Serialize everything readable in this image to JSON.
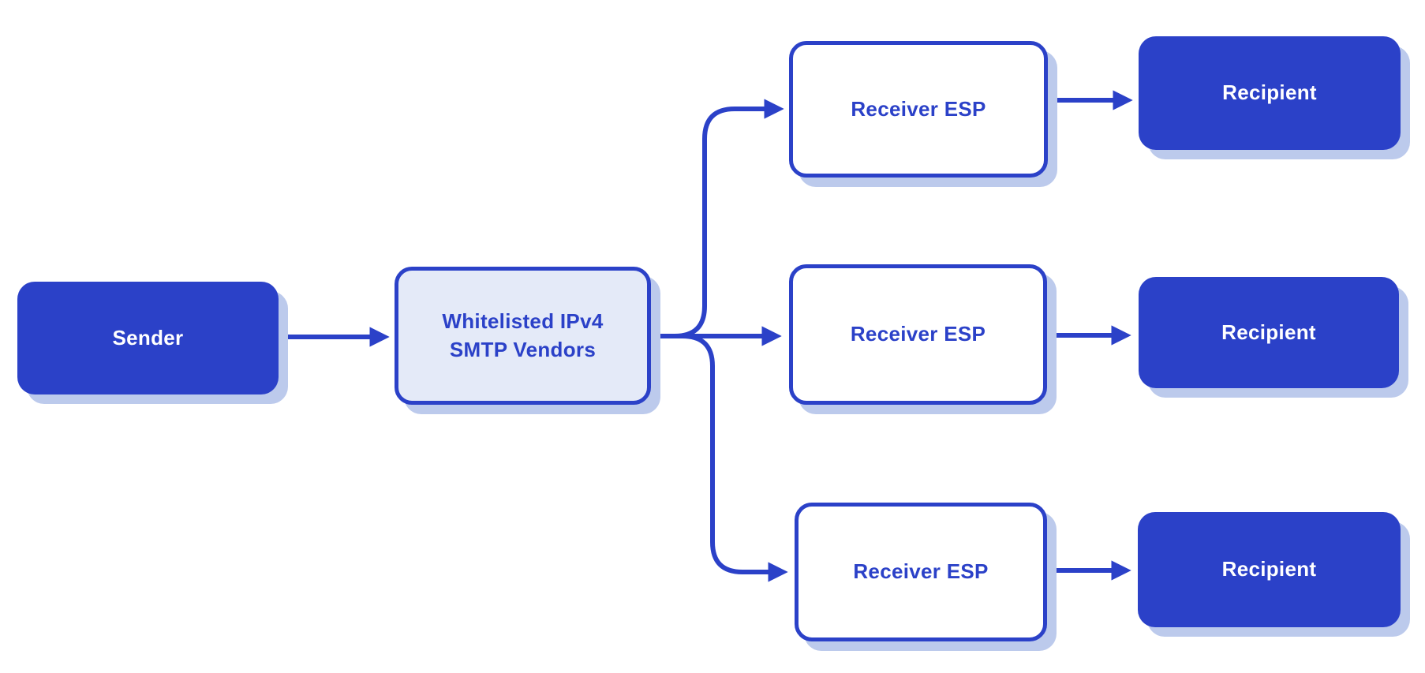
{
  "diagram": {
    "type": "flowchart",
    "description": "Email delivery flow from sender through whitelisted IPv4 SMTP vendors to receiver ESPs and recipients",
    "colors": {
      "primary": "#2B41C8",
      "tinted_fill": "#E4EAF8",
      "shadow": "#BCCAEC",
      "background": "#FFFFFF",
      "text_on_solid": "#FFFFFF"
    },
    "nodes": {
      "sender": {
        "label": "Sender",
        "variant": "solid"
      },
      "vendors": {
        "label": "Whitelisted IPv4 SMTP Vendors",
        "variant": "tinted"
      },
      "esp_top": {
        "label": "Receiver ESP",
        "variant": "outline"
      },
      "esp_middle": {
        "label": "Receiver ESP",
        "variant": "outline"
      },
      "esp_bottom": {
        "label": "Receiver ESP",
        "variant": "outline"
      },
      "recipient_top": {
        "label": "Recipient",
        "variant": "solid"
      },
      "recipient_middle": {
        "label": "Recipient",
        "variant": "solid"
      },
      "recipient_bottom": {
        "label": "Recipient",
        "variant": "solid"
      }
    },
    "edges": [
      {
        "from": "sender",
        "to": "vendors"
      },
      {
        "from": "vendors",
        "to": "esp_top"
      },
      {
        "from": "vendors",
        "to": "esp_middle"
      },
      {
        "from": "vendors",
        "to": "esp_bottom"
      },
      {
        "from": "esp_top",
        "to": "recipient_top"
      },
      {
        "from": "esp_middle",
        "to": "recipient_middle"
      },
      {
        "from": "esp_bottom",
        "to": "recipient_bottom"
      }
    ]
  }
}
